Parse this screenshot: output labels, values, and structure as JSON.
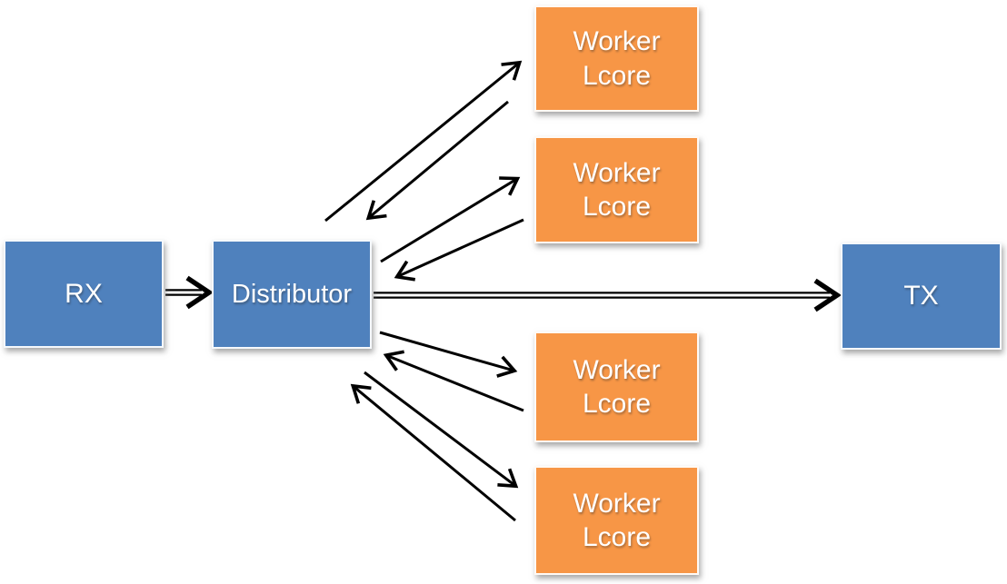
{
  "nodes": {
    "rx": {
      "label": "RX"
    },
    "distributor": {
      "label": "Distributor"
    },
    "tx": {
      "label": "TX"
    },
    "workers": [
      {
        "label": "Worker Lcore"
      },
      {
        "label": "Worker Lcore"
      },
      {
        "label": "Worker Lcore"
      },
      {
        "label": "Worker Lcore"
      }
    ]
  },
  "colors": {
    "node_blue": "#4F81BD",
    "node_orange": "#F79646",
    "arrow": "#000000",
    "background": "#FFFFFF"
  },
  "edges": [
    {
      "from": "rx",
      "to": "distributor",
      "style": "double",
      "points": [
        182,
        322,
        230,
        322
      ]
    },
    {
      "from": "distributor",
      "to": "tx",
      "style": "double",
      "points": [
        411,
        325,
        921,
        325
      ]
    },
    {
      "from": "distributor",
      "to": "worker-1",
      "style": "single",
      "points": [
        358,
        243,
        574,
        67
      ]
    },
    {
      "from": "worker-1",
      "to": "distributor",
      "style": "single",
      "points": [
        559,
        112,
        403,
        242
      ]
    },
    {
      "from": "distributor",
      "to": "worker-2",
      "style": "single",
      "points": [
        419,
        288,
        572,
        195
      ]
    },
    {
      "from": "worker-2",
      "to": "distributor",
      "style": "single",
      "points": [
        576,
        242,
        434,
        306
      ]
    },
    {
      "from": "distributor",
      "to": "worker-3",
      "style": "single",
      "points": [
        418,
        366,
        569,
        409
      ]
    },
    {
      "from": "worker-3",
      "to": "distributor",
      "style": "single",
      "points": [
        576,
        452,
        422,
        390
      ]
    },
    {
      "from": "distributor",
      "to": "worker-4",
      "style": "single",
      "points": [
        401,
        410,
        570,
        537
      ]
    },
    {
      "from": "worker-4",
      "to": "distributor",
      "style": "single",
      "points": [
        567,
        573,
        386,
        423
      ]
    }
  ]
}
